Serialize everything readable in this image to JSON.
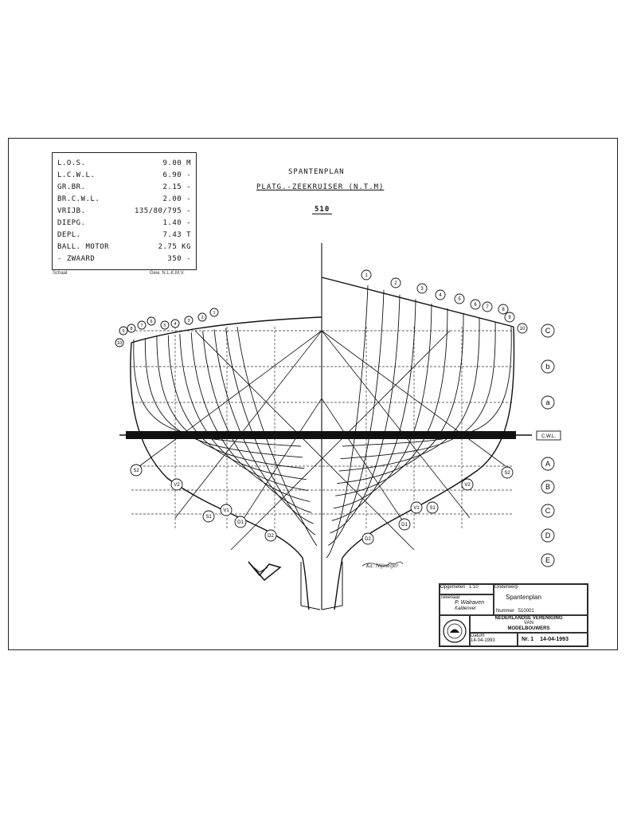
{
  "spec_table": {
    "rows": [
      {
        "label": "L.O.S.",
        "value": "9.00 M"
      },
      {
        "label": "L.C.W.L.",
        "value": "6.90 -"
      },
      {
        "label": "GR.BR.",
        "value": "2.15 -"
      },
      {
        "label": "BR.C.W.L.",
        "value": "2.00 -"
      },
      {
        "label": "VRIJB.",
        "value": "135/80/795 -"
      },
      {
        "label": "DIEPG.",
        "value": "1.40 -"
      },
      {
        "label": "DEPL.",
        "value": "7.43 T"
      },
      {
        "label": "BALL. MOTOR",
        "value": "2.75 KG"
      },
      {
        "label": "- ZWAARD",
        "value": "350 -"
      }
    ],
    "footer_left": "Schaal",
    "footer_right": "Gew. N.L.K.M.V."
  },
  "drawing_title": {
    "line1": "SPANTENPLAN",
    "line2": "PLATG.-ZEEKRUISER (N.T.M)",
    "number": "510"
  },
  "station_labels_left": [
    "10",
    "9",
    "8",
    "7",
    "6",
    "5",
    "4",
    "3",
    "2",
    "1"
  ],
  "station_labels_right": [
    "1",
    "2",
    "3",
    "4",
    "5",
    "6",
    "7",
    "8",
    "9",
    "10"
  ],
  "waterline_labels_above": [
    "C",
    "b",
    "a"
  ],
  "waterline_label": "C.W.L.",
  "waterline_labels_below": [
    "A",
    "B",
    "C",
    "D",
    "E"
  ],
  "diagonal_labels": [
    "S2",
    "V2",
    "S1",
    "V1",
    "D1",
    "D2"
  ],
  "signature": "Ka. Nijmeijer",
  "title_block": {
    "field1_label": "Opgemeten",
    "field1_value": "1:10",
    "field2_label": "Tekenaar",
    "field2_value": "P. Walraven",
    "field2_sub": "Kaldenver",
    "subject_label": "Onderwerp",
    "subject_value": "Spantenplan",
    "number_label": "Nummer",
    "number_value": "510001",
    "org_line1": "NEDERLANDSE VERENIGING",
    "org_line2": "VAN",
    "org_line3": "MODELBOUWERS",
    "date_label": "Datum",
    "date_value": "14-04-1993",
    "sheet_no_label": "Nr.",
    "sheet_no_value": "1"
  },
  "colors": {
    "ink": "#111111",
    "paper": "#ffffff"
  }
}
